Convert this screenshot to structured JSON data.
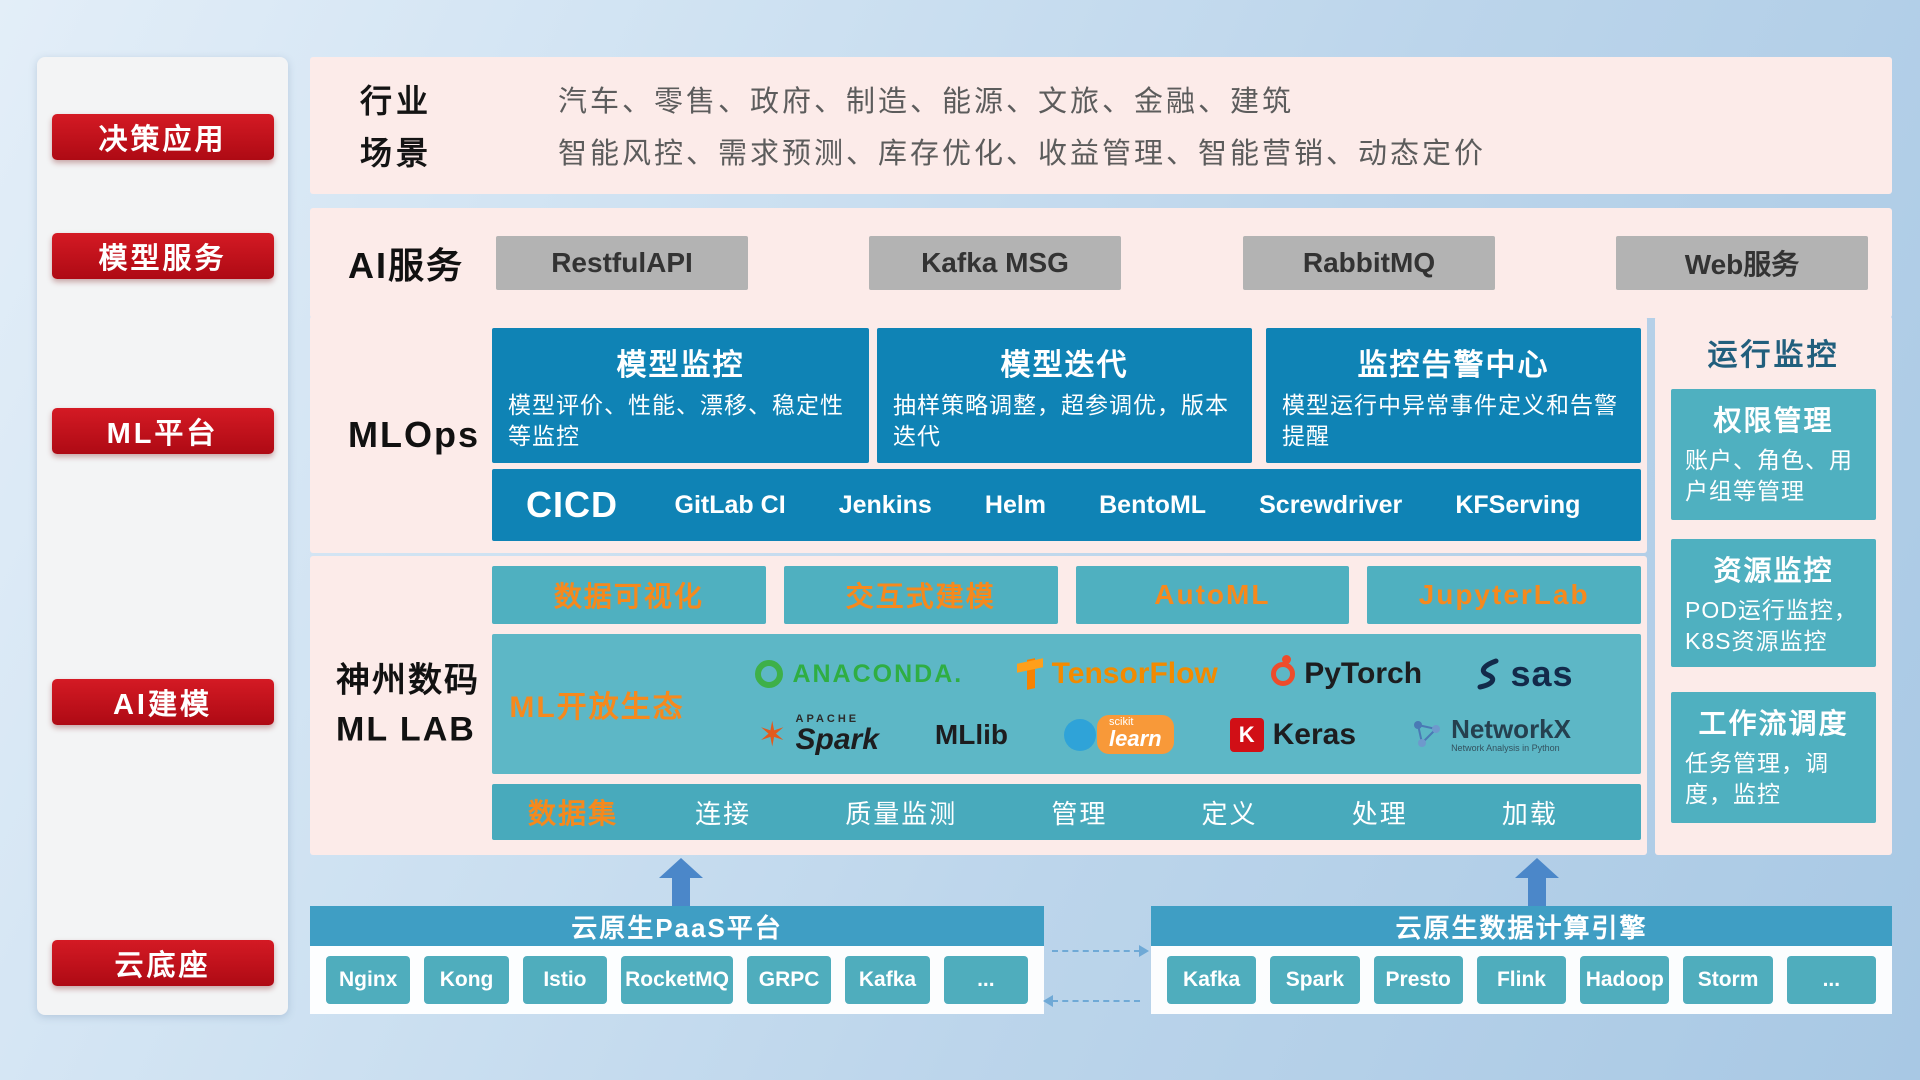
{
  "colors": {
    "accent_red": "#c30d1b",
    "band_pink": "#fcebe9",
    "dark_teal": "#0f83b5",
    "teal": "#4fb0c0",
    "teal_header": "#3f9ec4",
    "orange_text": "#f6891d",
    "gray_button": "#b3b3b3",
    "arrow_blue": "#4b87c9"
  },
  "sidebar": {
    "items": [
      {
        "label": "决策应用"
      },
      {
        "label": "模型服务"
      },
      {
        "label": "ML平台"
      },
      {
        "label": "AI建模"
      },
      {
        "label": "云底座"
      }
    ]
  },
  "industry": {
    "rows": [
      {
        "label": "行业",
        "text": "汽车、零售、政府、制造、能源、文旅、金融、建筑"
      },
      {
        "label": "场景",
        "text": "智能风控、需求预测、库存优化、收益管理、智能营销、动态定价"
      }
    ]
  },
  "ai_service": {
    "label": "AI服务",
    "buttons": [
      {
        "label": "RestfulAPI"
      },
      {
        "label": "Kafka MSG"
      },
      {
        "label": "RabbitMQ"
      },
      {
        "label": "Web服务"
      }
    ]
  },
  "mlops": {
    "label": "MLOps",
    "cards": [
      {
        "title": "模型监控",
        "desc": "模型评价、性能、漂移、稳定性等监控"
      },
      {
        "title": "模型迭代",
        "desc": "抽样策略调整，超参调优，版本迭代"
      },
      {
        "title": "监控告警中心",
        "desc": "模型运行中异常事件定义和告警提醒"
      }
    ],
    "cicd_label": "CICD",
    "tools": [
      {
        "label": "GitLab CI"
      },
      {
        "label": "Jenkins"
      },
      {
        "label": "Helm"
      },
      {
        "label": "BentoML"
      },
      {
        "label": "Screwdriver"
      },
      {
        "label": "KFServing"
      }
    ]
  },
  "mllab": {
    "label_line1": "神州数码",
    "label_line2": "ML LAB",
    "features": [
      {
        "label": "数据可视化"
      },
      {
        "label": "交互式建模"
      },
      {
        "label": "AutoML"
      },
      {
        "label": "JupyterLab"
      }
    ],
    "ecosystem_label": "ML开放生态",
    "logos": {
      "anaconda": "ANACONDA.",
      "tensorflow": "TensorFlow",
      "pytorch": "PyTorch",
      "sas": "sas",
      "apache": "APACHE",
      "spark": "Spark",
      "mllib": "MLlib",
      "scikit_top": "scikit",
      "scikit_learn": "learn",
      "keras_k": "K",
      "keras": "Keras",
      "networkx": "NetworkX",
      "networkx_sub": "Network Analysis in Python"
    },
    "dataset_label": "数据集",
    "dataset_items": [
      {
        "label": "连接"
      },
      {
        "label": "质量监测"
      },
      {
        "label": "管理"
      },
      {
        "label": "定义"
      },
      {
        "label": "处理"
      },
      {
        "label": "加载"
      }
    ]
  },
  "monitor": {
    "title": "运行监控",
    "cards": [
      {
        "title": "权限管理",
        "desc": "账户、角色、用户组等管理"
      },
      {
        "title": "资源监控",
        "desc": "POD运行监控，K8S资源监控"
      },
      {
        "title": "工作流调度",
        "desc": "任务管理，调度，监控"
      }
    ]
  },
  "foundation": {
    "left": {
      "title": "云原生PaaS平台",
      "items": [
        {
          "label": "Nginx"
        },
        {
          "label": "Kong"
        },
        {
          "label": "Istio"
        },
        {
          "label": "RocketMQ"
        },
        {
          "label": "GRPC"
        },
        {
          "label": "Kafka"
        },
        {
          "label": "..."
        }
      ]
    },
    "right": {
      "title": "云原生数据计算引擎",
      "items": [
        {
          "label": "Kafka"
        },
        {
          "label": "Spark"
        },
        {
          "label": "Presto"
        },
        {
          "label": "Flink"
        },
        {
          "label": "Hadoop"
        },
        {
          "label": "Storm"
        },
        {
          "label": "..."
        }
      ]
    }
  }
}
